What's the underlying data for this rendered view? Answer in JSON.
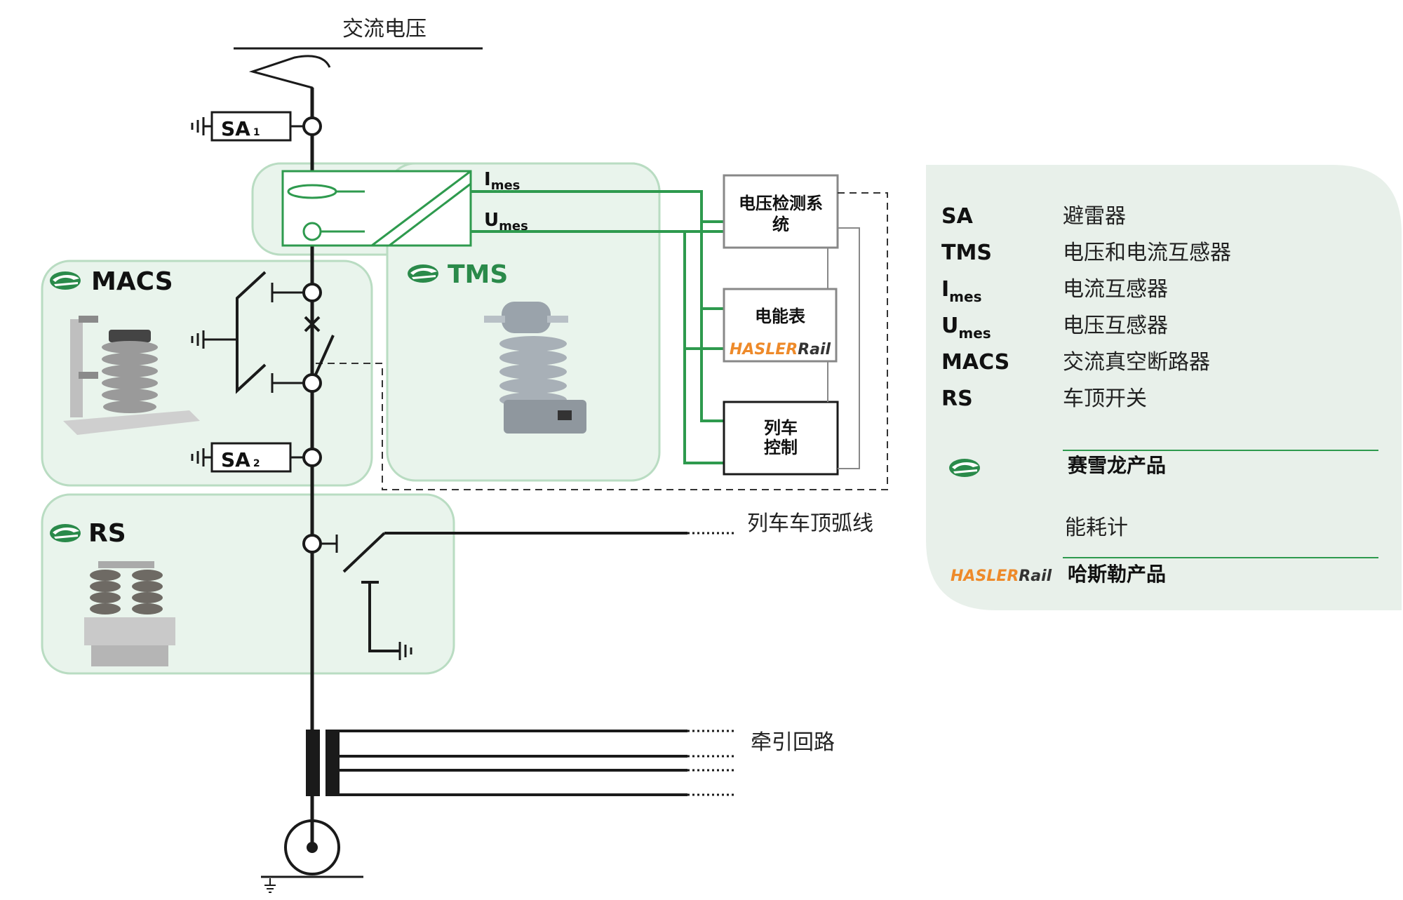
{
  "title": "交流电压",
  "colors": {
    "green_line": "#2e9a4e",
    "panel_fill": "#e9f4ec",
    "panel_stroke": "#b9dcc2",
    "legend_fill": "#e8f0ea",
    "hasler_orange": "#ee8a2a",
    "brand_green": "#2a8a4a",
    "line_dark": "#1a1a1a"
  },
  "components": {
    "sa1": {
      "main": "SA",
      "sub": "1"
    },
    "sa2": {
      "main": "SA",
      "sub": "2"
    },
    "macs": "MACS",
    "tms": "TMS",
    "rs": "RS",
    "imes": {
      "main": "I",
      "sub": "mes"
    },
    "umes": {
      "main": "U",
      "sub": "mes"
    },
    "voltage_detection": {
      "line1": "电压检测系",
      "line2": "统"
    },
    "energy_meter": "电能表",
    "train_control": {
      "line1": "列车",
      "line2": "控制"
    },
    "hasler_logo": {
      "part1": "HASLER",
      "part2": "Rail"
    }
  },
  "labels": {
    "roof_line": "列车车顶弧线",
    "traction_circuit": "牵引回路"
  },
  "legend": {
    "items": [
      {
        "abbr": "SA",
        "desc": "避雷器"
      },
      {
        "abbr": "TMS",
        "desc": "电压和电流互感器"
      },
      {
        "abbr": "I",
        "abbr_sub": "mes",
        "desc": "电流互感器"
      },
      {
        "abbr": "U",
        "abbr_sub": "mes",
        "desc": "电压互感器"
      },
      {
        "abbr": "MACS",
        "desc": "交流真空断路器"
      },
      {
        "abbr": "RS",
        "desc": "车顶开关"
      }
    ],
    "secheron_products": "赛雪龙产品",
    "energy_meter_note": "能耗计",
    "hasler_products": "哈斯勒产品",
    "hasler_logo": {
      "part1": "HASLER",
      "part2": "Rail"
    }
  },
  "icons": [
    "secheron-logo-icon",
    "ground-icon",
    "pantograph-icon",
    "transformer-icon",
    "motor-icon",
    "arrester-icon",
    "switch-icon",
    "current-transformer-icon"
  ]
}
